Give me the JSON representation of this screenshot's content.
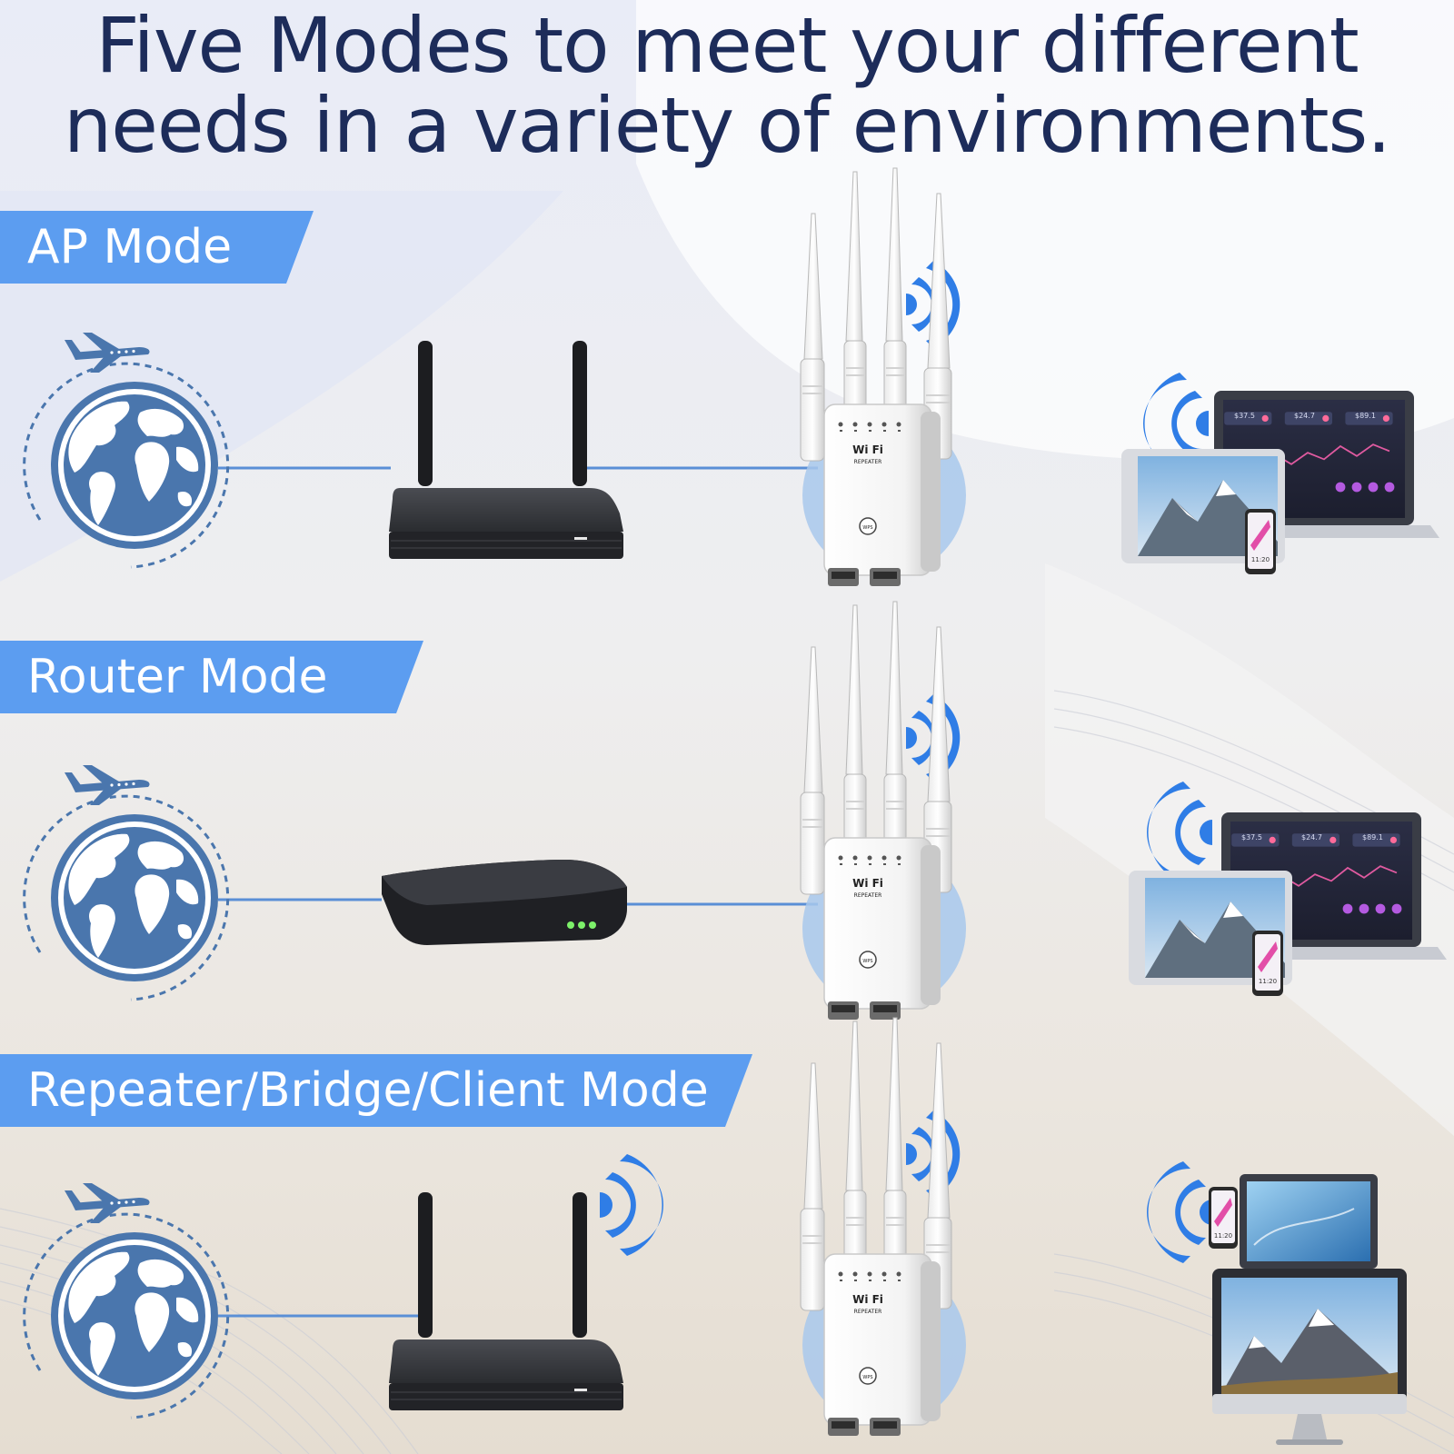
{
  "headline": {
    "line1": "Five Modes to meet your different",
    "line2": "needs in a variety of environments."
  },
  "modes": [
    {
      "label": "AP Mode"
    },
    {
      "label": "Router Mode"
    },
    {
      "label": "Repeater/Bridge/Client Mode"
    }
  ],
  "device": {
    "brand": "Wi Fi",
    "subtitle": "REPEATER",
    "wps_label": "WPS"
  },
  "screens": {
    "stat1": "$37.5",
    "stat2": "$24.7",
    "stat3": "$89.1",
    "phone_time": "11:20"
  },
  "colors": {
    "headline": "#1d2c5a",
    "banner": "#5c9df0",
    "banner_text": "#ffffff",
    "globe": "#4a76ad",
    "link_line": "#5a8fd6",
    "signal": "#2f7de6",
    "router_body": "#2b2d31"
  }
}
